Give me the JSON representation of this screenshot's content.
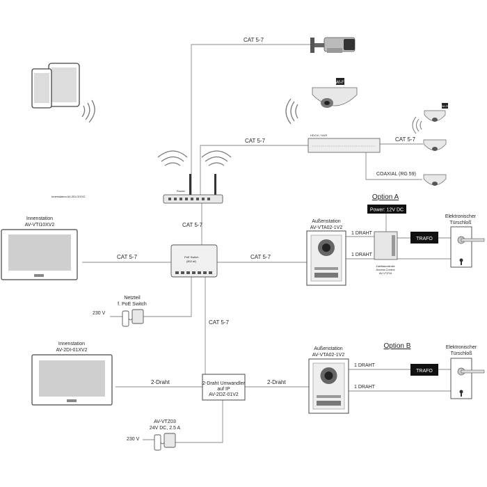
{
  "cables": {
    "cat_cam": "CAT 5-7",
    "cat_nvr": "CAT 5-7",
    "cat_nvr_cam": "CAT 5-7",
    "coaxial": "COAXIAL (RG 59)",
    "cat_router_switch": "CAT 5-7",
    "cat_monitor_switch": "CAT 5-7",
    "cat_switch_door": "CAT 5-7",
    "cat_switch_converter": "CAT 5-7",
    "two_wire_monitor": "2-Draht",
    "two_wire_door": "2-Draht",
    "drahtA1": "1 DRAHT",
    "drahtA2": "1 DRAHT",
    "drahtB1": "1 DRAHT",
    "drahtB2": "1 DRAHT",
    "v230_top": "230 V",
    "v230_bottom": "230 V"
  },
  "devices": {
    "nvr": "HDCVI / NVR",
    "router": "Router",
    "router_note": "Innenstation AV-2DI-01XV2",
    "wifi_badge_1": "Wi-Fi",
    "wifi_badge_2": "Wi-Fi",
    "poe_switch_l1": "PoE Switch",
    "poe_switch_l2": "(802.af)",
    "monitor_top_l1": "Innenstation",
    "monitor_top_l2": "AV-VTI10XV2",
    "monitor_bottom_l1": "Innenstation",
    "monitor_bottom_l2": "AV-2DI-01XV2",
    "door_top_l1": "Außenstation",
    "door_top_l2": "AV-VTA02-1V2",
    "door_bottom_l1": "Außenstation",
    "door_bottom_l2": "AV-VTA02-1V2",
    "psu_poe_l1": "Netzteil",
    "psu_poe_l2": "f. PoE Switch",
    "converter_l1": "2-Draht Umwandler",
    "converter_l2": "auf IP",
    "converter_l3": "AV-2DZ-01V2",
    "psu_conv_l1": "AV-VTZ03",
    "psu_conv_l2": "24V DC, 2.5 A",
    "access_l1": "Zutrittskontrolle",
    "access_l2": "Access Control",
    "access_l3": "AV-VTZ16",
    "power_dc": "Power: 12V DC",
    "trafo_a": "TRAFO",
    "trafo_b": "TRAFO",
    "lock_a_l1": "Elektronischer",
    "lock_a_l2": "Türschloß",
    "lock_b_l1": "Elektronischer",
    "lock_b_l2": "Türschloß"
  },
  "options": {
    "a": "Option A",
    "b": "Option B"
  }
}
